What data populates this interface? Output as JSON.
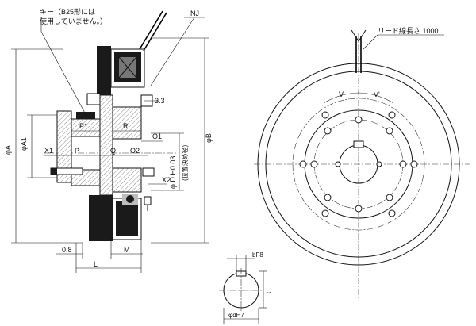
{
  "notes": {
    "key_note_line1": "キー（B25形には",
    "key_note_line2": "使用していません。）",
    "nj": "NJ",
    "lead_wire": "リード線長さ 1000"
  },
  "side_view_dims": {
    "phi_A": "φA",
    "phi_A1": "φA1",
    "phi_B": "φB",
    "phi_D": "φ D H0.03",
    "phi_D_note": "(位置決め径)",
    "dim_3_3": "3.3",
    "P1": "P1",
    "R": "R",
    "O1": "O1",
    "X1": "X1",
    "P": "P",
    "Q": "Q",
    "O2": "O2",
    "X2": "X2",
    "dim_0_8": "0.8",
    "L": "L",
    "M": "M"
  },
  "front_view_dims": {
    "V_left": "V",
    "V_right": "V'"
  },
  "detail_dims": {
    "bf8": "bF8",
    "phi_d_h7": "φdH7",
    "t": "t"
  }
}
